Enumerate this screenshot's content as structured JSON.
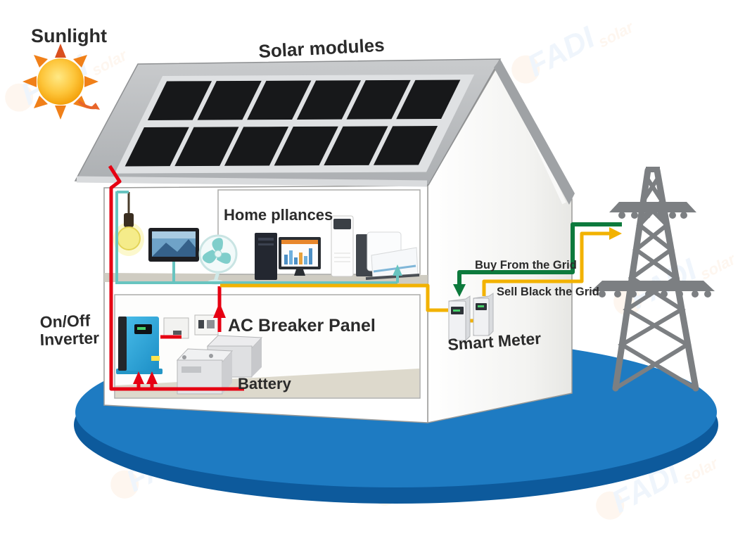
{
  "labels": {
    "sunlight": "Sunlight",
    "solar_modules": "Solar modules",
    "home_appliances": "Home pllances",
    "ac_breaker_panel": "AC Breaker Panel",
    "battery": "Battery",
    "inverter_line1": "On/Off",
    "inverter_line2": "Inverter",
    "smart_meter": "Smart Meter",
    "buy_from_grid": "Buy From the Grid",
    "sell_back_grid": "Sell Black the Grid"
  },
  "watermark": {
    "brand": "FADI",
    "sub": "solar"
  },
  "colors": {
    "wire_pv_red": "#e60012",
    "wire_ac_teal": "#68c4c0",
    "wire_meter_yellow": "#f2b200",
    "wire_grid_green": "#0d7a3d",
    "platform_top": "#1e7bc2",
    "platform_side": "#0d5a9c",
    "roof_gray": "#b5b8bb",
    "solar_panel_black": "#17181a",
    "inverter_blue": "#2ba8da",
    "sun_orange": "#f59d00",
    "tower_gray": "#7c7f82"
  }
}
